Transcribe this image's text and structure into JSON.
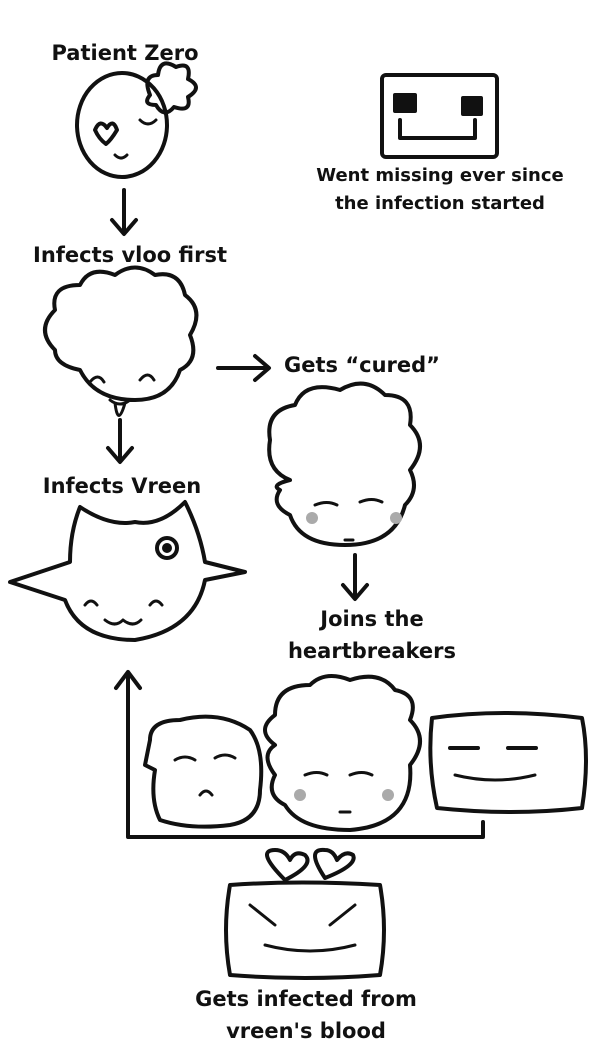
{
  "labels": {
    "patient_zero": "Patient Zero",
    "missing_line1": "Went missing ever since",
    "missing_line2": "the infection started",
    "infects_vloo": "Infects vloo first",
    "gets_cured": "Gets “cured”",
    "infects_vreen": "Infects Vreen",
    "joins_line1": "Joins the",
    "joins_line2": "heartbreakers",
    "blood_line1": "Gets infected from",
    "blood_line2": "vreen's blood"
  },
  "colors": {
    "ink": "#111111",
    "background": "#ffffff",
    "blush": "#aaaaaa"
  }
}
